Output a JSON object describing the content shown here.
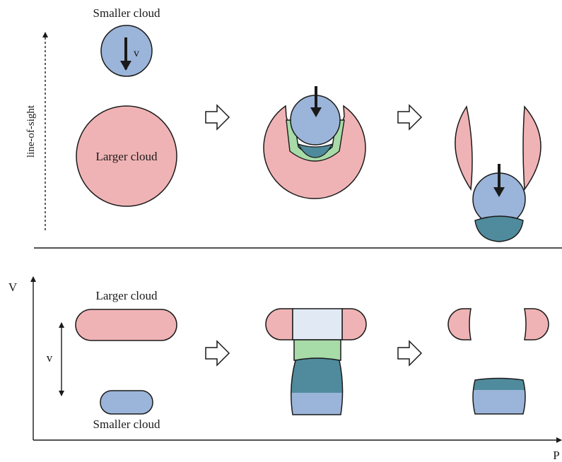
{
  "top_panel": {
    "smaller_cloud_label": "Smaller cloud",
    "velocity_label": "v",
    "larger_cloud_label": "Larger cloud",
    "axis_label": "line-of-sight"
  },
  "bottom_panel": {
    "y_axis_label": "V",
    "x_axis_label": "P",
    "larger_cloud_label": "Larger cloud",
    "smaller_cloud_label": "Smaller cloud",
    "velocity_label": "v"
  },
  "colors": {
    "larger_cloud": "#f0b3b5",
    "smaller_cloud": "#9bb4d9",
    "compressed_layer": "#a7dba8",
    "dense_core": "#4f8b9c",
    "cavity": "#e1e9f5",
    "outline": "#1a1a1a"
  },
  "icons": [
    "process-arrow-icon",
    "velocity-arrow-icon"
  ]
}
